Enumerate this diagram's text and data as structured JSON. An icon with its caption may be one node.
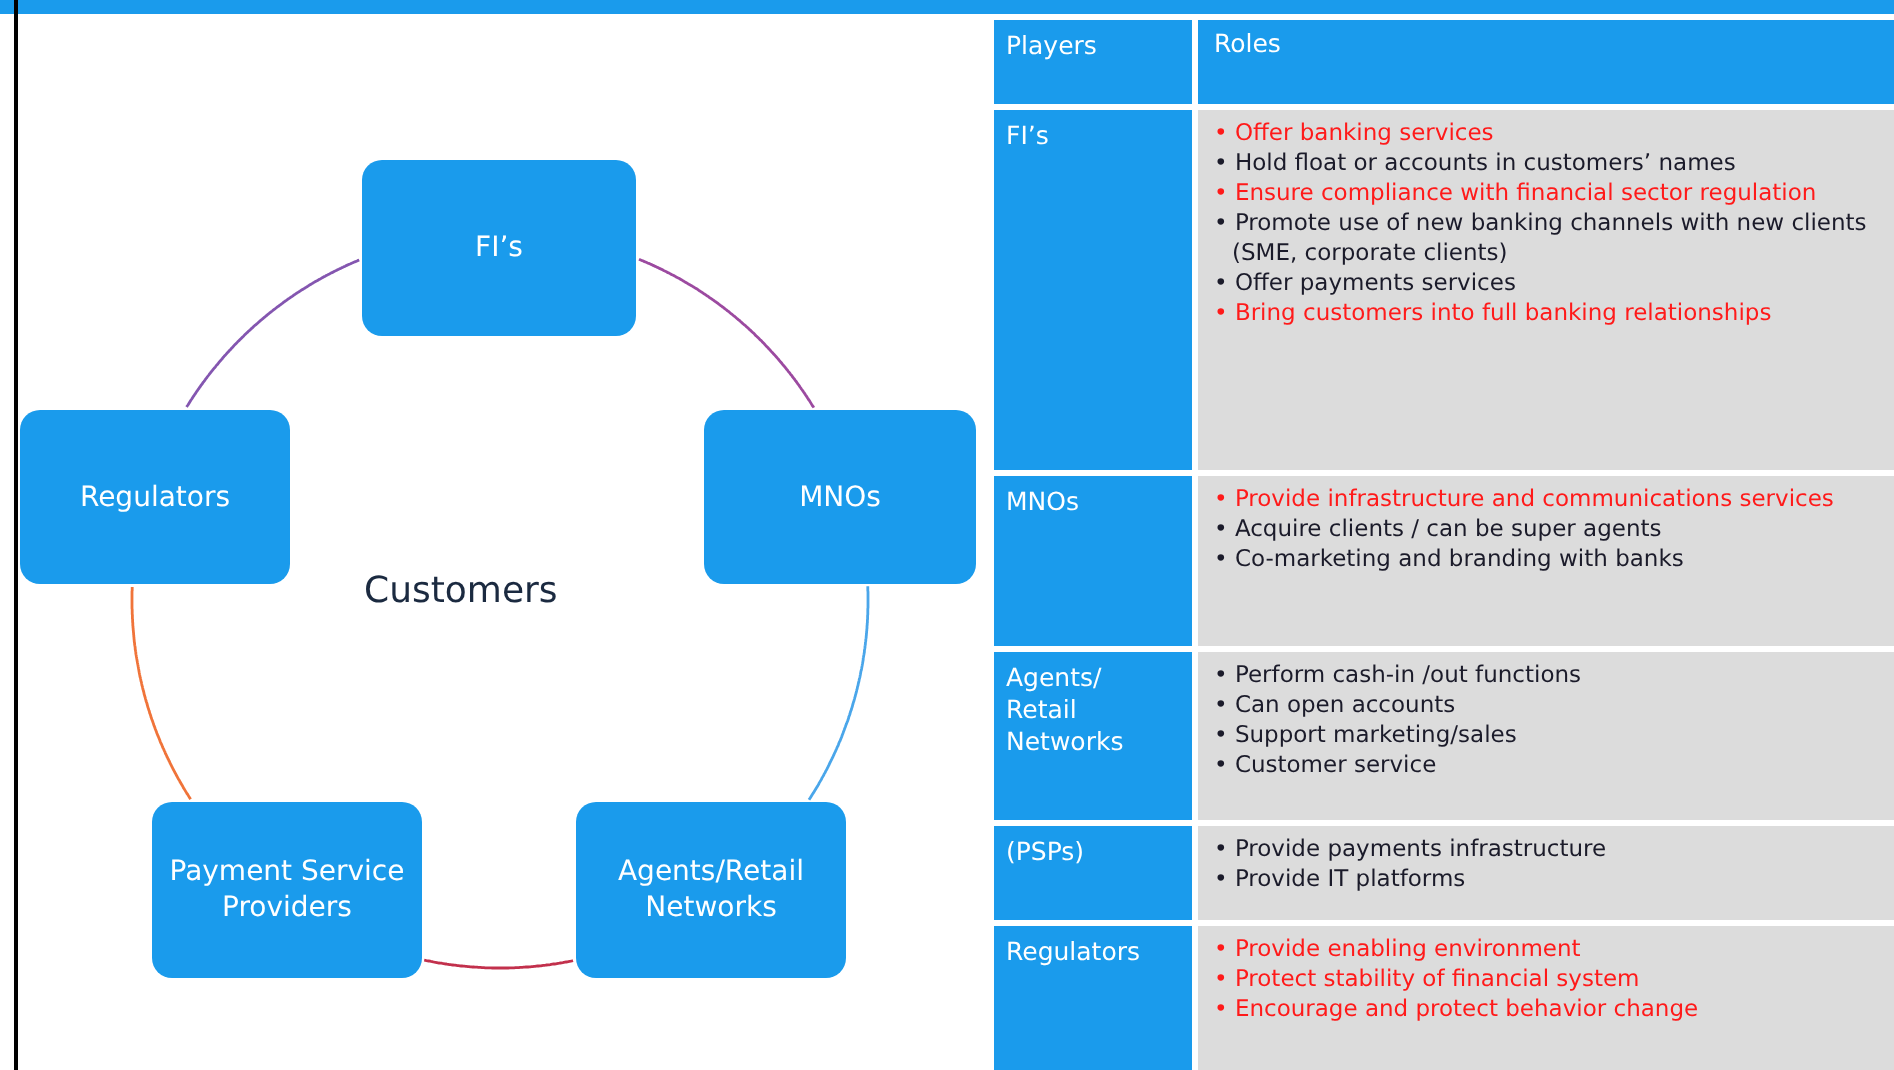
{
  "diagram": {
    "nodes": [
      {
        "text": [
          "FI’s"
        ]
      },
      {
        "text": [
          "MNOs"
        ]
      },
      {
        "text": [
          "Agents/Retail Networks"
        ]
      },
      {
        "text": [
          "Payment Service Providers"
        ]
      },
      {
        "text": [
          "Regulators"
        ]
      }
    ],
    "edges": [
      {
        "from": 0,
        "to": 1,
        "arrow": "none",
        "color": "#9c4aa0"
      },
      {
        "from": 1,
        "to": 2,
        "arrow": "none",
        "color": "#4aa6ea"
      },
      {
        "from": 2,
        "to": 3,
        "arrow": "none",
        "color": "#c2304c"
      },
      {
        "from": 3,
        "to": 4,
        "arrow": "none",
        "color": "#f0743a"
      },
      {
        "from": 4,
        "to": 0,
        "arrow": "none",
        "color": "#8456b0"
      }
    ],
    "labels": [
      "Customers",
      "Players",
      "Roles",
      "FI’s",
      "• Offer banking services",
      "• Hold float or accounts in customers’ names",
      "• Ensure compliance with financial sector regulation",
      "• Promote use of new banking channels with new clients (SME, corporate clients)",
      "• Offer payments services",
      "• Bring customers into full banking relationships",
      "MNOs",
      "• Provide infrastructure and communications services",
      "• Acquire clients / can be super agents",
      "• Co-marketing and branding with banks",
      "Agents/ Retail Networks",
      "• Perform cash-in /out functions",
      "• Can open accounts",
      "• Support marketing/sales",
      "• Customer service",
      "(PSPs)",
      "• Provide payments infrastructure",
      "• Provide IT platforms",
      "Regulators",
      "• Provide enabling environment",
      "• Protect stability of financial system",
      "• Encourage and protect behavior change"
    ]
  }
}
